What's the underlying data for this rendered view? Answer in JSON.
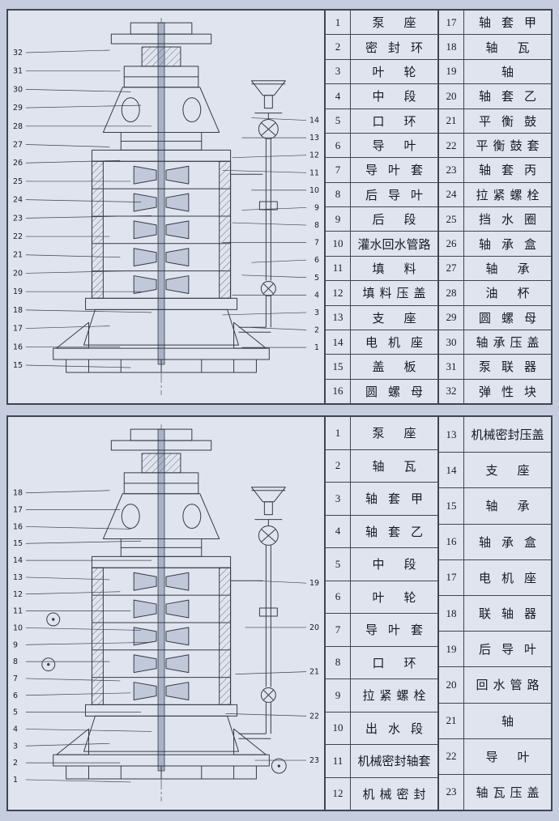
{
  "colors": {
    "page_bg": "#c6cdde",
    "panel_bg": "#e0e4ef",
    "line": "#3f4552",
    "text": "#161a22"
  },
  "top_panel": {
    "parts_left": [
      {
        "no": "1",
        "name": "泵座"
      },
      {
        "no": "2",
        "name": "密封环"
      },
      {
        "no": "3",
        "name": "叶轮"
      },
      {
        "no": "4",
        "name": "中段"
      },
      {
        "no": "5",
        "name": "口环"
      },
      {
        "no": "6",
        "name": "导叶"
      },
      {
        "no": "7",
        "name": "导叶套"
      },
      {
        "no": "8",
        "name": "后导叶"
      },
      {
        "no": "9",
        "name": "后段"
      },
      {
        "no": "10",
        "name": "灌水回水管路"
      },
      {
        "no": "11",
        "name": "填料"
      },
      {
        "no": "12",
        "name": "填料压盖"
      },
      {
        "no": "13",
        "name": "支座"
      },
      {
        "no": "14",
        "name": "电机座"
      },
      {
        "no": "15",
        "name": "盖板"
      },
      {
        "no": "16",
        "name": "圆螺母"
      }
    ],
    "parts_right": [
      {
        "no": "17",
        "name": "轴套甲"
      },
      {
        "no": "18",
        "name": "轴瓦"
      },
      {
        "no": "19",
        "name": "轴"
      },
      {
        "no": "20",
        "name": "轴套乙"
      },
      {
        "no": "21",
        "name": "平衡鼓"
      },
      {
        "no": "22",
        "name": "平衡鼓套"
      },
      {
        "no": "23",
        "name": "轴套丙"
      },
      {
        "no": "24",
        "name": "拉紧螺栓"
      },
      {
        "no": "25",
        "name": "挡水圈"
      },
      {
        "no": "26",
        "name": "轴承盒"
      },
      {
        "no": "27",
        "name": "轴承"
      },
      {
        "no": "28",
        "name": "油杯"
      },
      {
        "no": "29",
        "name": "圆螺母"
      },
      {
        "no": "30",
        "name": "轴承压盖"
      },
      {
        "no": "31",
        "name": "泵联器"
      },
      {
        "no": "32",
        "name": "弹性块"
      }
    ],
    "callouts_left": [
      "32",
      "31",
      "30",
      "29",
      "28",
      "27",
      "26",
      "25",
      "24",
      "23",
      "22",
      "21",
      "20",
      "19",
      "18",
      "17",
      "16",
      "15"
    ],
    "callouts_right": [
      "14",
      "13",
      "12",
      "11",
      "10",
      "9",
      "8",
      "7",
      "6",
      "5",
      "4",
      "3",
      "2",
      "1"
    ]
  },
  "bottom_panel": {
    "parts_left": [
      {
        "no": "1",
        "name": "泵座"
      },
      {
        "no": "2",
        "name": "轴瓦"
      },
      {
        "no": "3",
        "name": "轴套甲"
      },
      {
        "no": "4",
        "name": "轴套乙"
      },
      {
        "no": "5",
        "name": "中段"
      },
      {
        "no": "6",
        "name": "叶轮"
      },
      {
        "no": "7",
        "name": "导叶套"
      },
      {
        "no": "8",
        "name": "口环"
      },
      {
        "no": "9",
        "name": "拉紧螺栓"
      },
      {
        "no": "10",
        "name": "出水段"
      },
      {
        "no": "11",
        "name": "机械密封轴套"
      },
      {
        "no": "12",
        "name": "机械密封"
      }
    ],
    "parts_right": [
      {
        "no": "13",
        "name": "机械密封压盖"
      },
      {
        "no": "14",
        "name": "支座"
      },
      {
        "no": "15",
        "name": "轴承"
      },
      {
        "no": "16",
        "name": "轴承盒"
      },
      {
        "no": "17",
        "name": "电机座"
      },
      {
        "no": "18",
        "name": "联轴器"
      },
      {
        "no": "19",
        "name": "后导叶"
      },
      {
        "no": "20",
        "name": "回水管路"
      },
      {
        "no": "21",
        "name": "轴"
      },
      {
        "no": "22",
        "name": "导叶"
      },
      {
        "no": "23",
        "name": "轴瓦压盖"
      }
    ],
    "callouts_left": [
      "18",
      "17",
      "16",
      "15",
      "14",
      "13",
      "12",
      "11",
      "10",
      "9",
      "8",
      "7",
      "6",
      "5",
      "4",
      "3",
      "2",
      "1"
    ],
    "callouts_right": [
      "19",
      "20",
      "21",
      "22",
      "23"
    ]
  }
}
